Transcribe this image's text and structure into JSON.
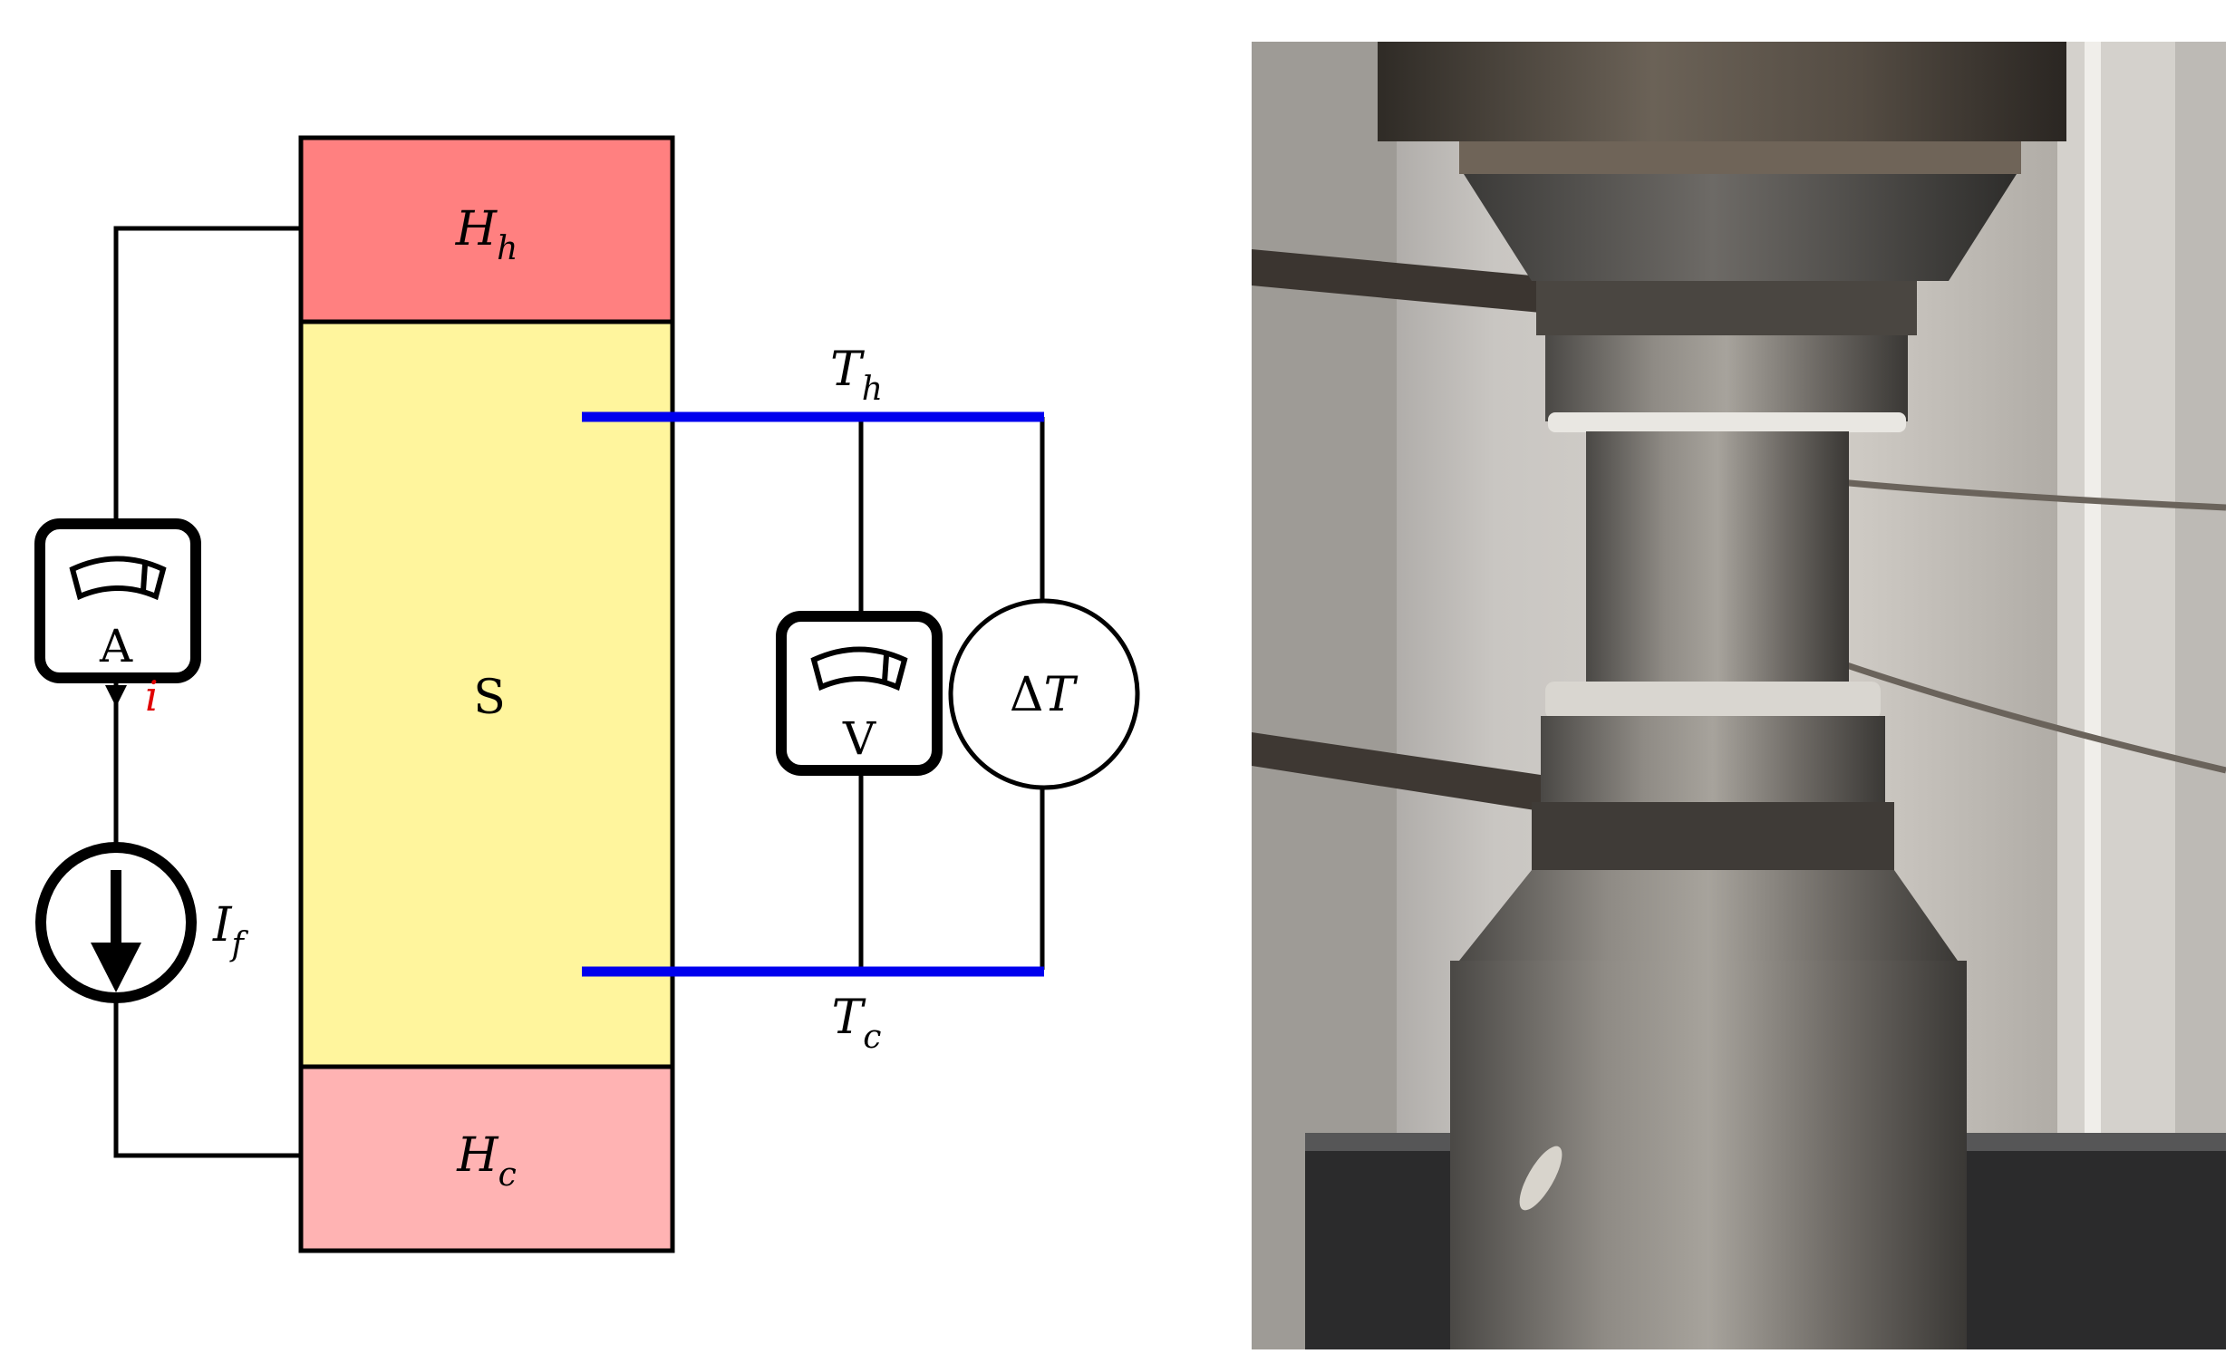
{
  "diagram": {
    "heater_hot": {
      "symbol": "H",
      "sub": "h"
    },
    "sample": {
      "label": "S"
    },
    "heater_cold": {
      "symbol": "H",
      "sub": "c"
    },
    "ammeter": {
      "label": "A",
      "current": "i"
    },
    "current_source": {
      "symbol": "I",
      "sub": "f"
    },
    "voltmeter": {
      "label": "V"
    },
    "delta_t": {
      "delta": "Δ",
      "symbol": "T"
    },
    "hot_probe": {
      "symbol": "T",
      "sub": "h"
    },
    "cold_probe": {
      "symbol": "T",
      "sub": "c"
    }
  },
  "colors": {
    "heater_hot": "#ff8080",
    "heater_cold": "#ffb3b3",
    "sample": "#fff59d",
    "probe": "#0000ee",
    "current_label": "#e00000",
    "line": "#000000"
  }
}
